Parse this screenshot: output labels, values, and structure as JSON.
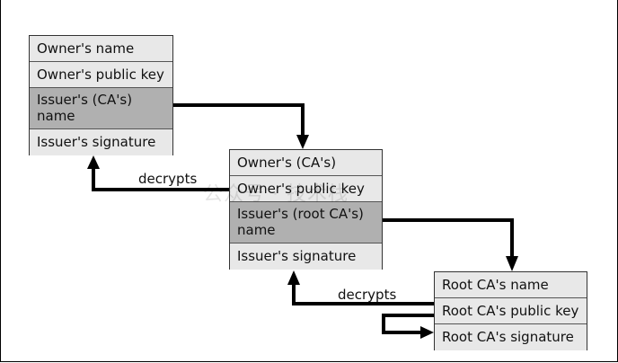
{
  "cert1": {
    "owner_name": "Owner's name",
    "owner_public_key": "Owner's public key",
    "issuer_name": "Issuer's (CA's) name",
    "issuer_signature": "Issuer's signature"
  },
  "cert2": {
    "owner_name": "Owner's (CA's) name",
    "owner_public_key": "Owner's public key",
    "issuer_name": "Issuer's (root CA's) name",
    "issuer_signature": "Issuer's signature"
  },
  "root_cert": {
    "name": "Root CA's name",
    "public_key": "Root CA's public key",
    "signature": "Root CA's signature"
  },
  "labels": {
    "decrypts_1": "decrypts",
    "decrypts_2": "decrypts"
  },
  "watermark": "公众号 · 技术栈",
  "colors": {
    "field_bg": "#e8e8e8",
    "issuer_bg": "#b0b0b0",
    "arrow": "#000000"
  }
}
